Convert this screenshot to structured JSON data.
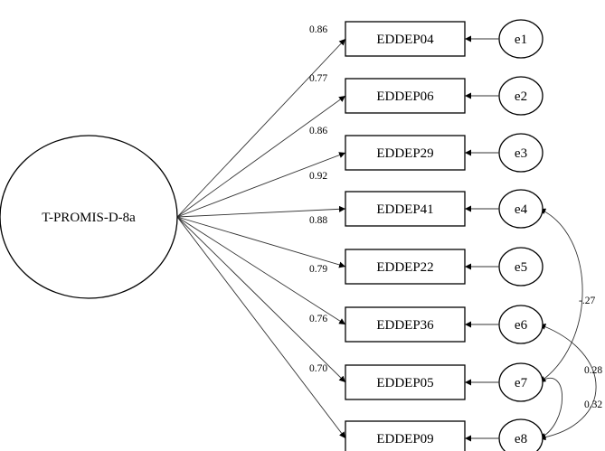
{
  "latent": {
    "label": "T-PROMIS-D-8a"
  },
  "indicators": [
    {
      "label": "EDDEP04",
      "loading": "0.86",
      "error": "e1"
    },
    {
      "label": "EDDEP06",
      "loading": "0.77",
      "error": "e2"
    },
    {
      "label": "EDDEP29",
      "loading": "0.86",
      "error": "e3"
    },
    {
      "label": "EDDEP41",
      "loading": "0.92",
      "error": "e4"
    },
    {
      "label": "EDDEP22",
      "loading": "0.88",
      "error": "e5"
    },
    {
      "label": "EDDEP36",
      "loading": "0.79",
      "error": "e6"
    },
    {
      "label": "EDDEP05",
      "loading": "0.76",
      "error": "e7"
    },
    {
      "label": "EDDEP09",
      "loading": "0.70",
      "error": "e8"
    }
  ],
  "covariances": [
    {
      "from": "e4",
      "to": "e7",
      "value": "-.27"
    },
    {
      "from": "e6",
      "to": "e8",
      "value": "0.28"
    },
    {
      "from": "e7",
      "to": "e8",
      "value": "0.32"
    }
  ]
}
